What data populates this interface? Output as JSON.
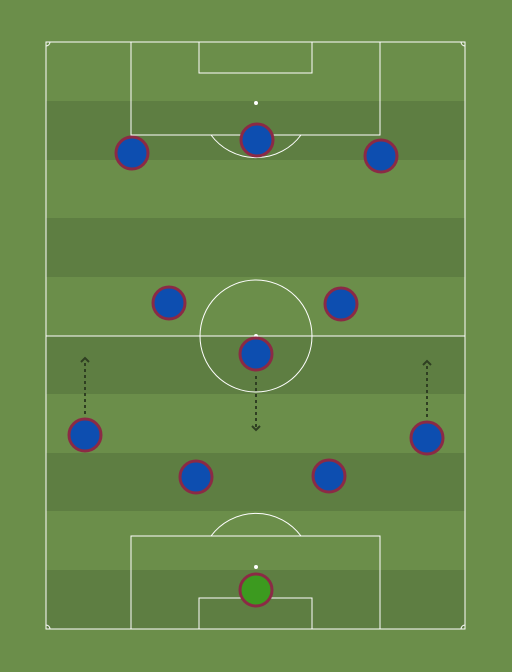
{
  "colors": {
    "background": "#6b8e4a",
    "stripe_dark": "#5e7e42",
    "line": "#ffffff",
    "player_fill": "#0d4eb0",
    "player_border": "#8b2a45",
    "goalkeeper_fill": "#3c9a1f",
    "arrow": "#2f3f22"
  },
  "pitch": {
    "orientation": "vertical",
    "striped": true
  },
  "players": [
    {
      "role": "forward-left",
      "fill": "player"
    },
    {
      "role": "forward-center",
      "fill": "player"
    },
    {
      "role": "forward-right",
      "fill": "player"
    },
    {
      "role": "midfielder-left",
      "fill": "player"
    },
    {
      "role": "midfielder-right",
      "fill": "player"
    },
    {
      "role": "defensive-midfielder",
      "fill": "player"
    },
    {
      "role": "wingback-left",
      "fill": "player"
    },
    {
      "role": "wingback-right",
      "fill": "player"
    },
    {
      "role": "centre-back-left",
      "fill": "player"
    },
    {
      "role": "centre-back-right",
      "fill": "player"
    },
    {
      "role": "goalkeeper",
      "fill": "goalkeeper"
    }
  ],
  "movement_arrows": [
    {
      "player": "wingback-left",
      "direction": "up"
    },
    {
      "player": "defensive-midfielder",
      "direction": "down"
    },
    {
      "player": "wingback-right",
      "direction": "up"
    }
  ]
}
